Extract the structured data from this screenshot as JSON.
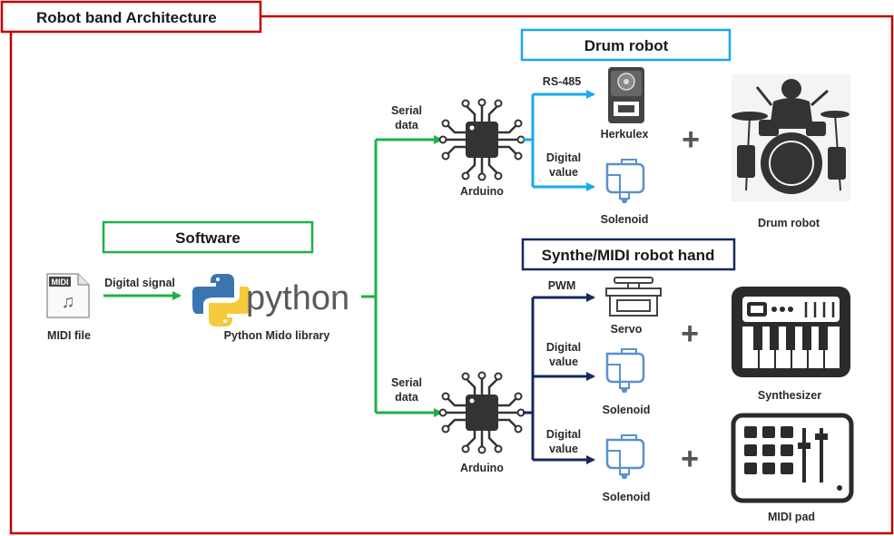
{
  "title": "Robot band Architecture",
  "sections": {
    "software": "Software",
    "drum": "Drum robot",
    "synth": "Synthe/MIDI robot hand"
  },
  "nodes": {
    "midi_file": "MIDI file",
    "midi_badge": "MIDI",
    "python_word": "python",
    "python_lib": "Python Mido library",
    "arduino_top": "Arduino",
    "arduino_bottom": "Arduino",
    "herkulex": "Herkulex",
    "solenoid_drum": "Solenoid",
    "servo": "Servo",
    "solenoid_synth1": "Solenoid",
    "solenoid_synth2": "Solenoid",
    "drum_robot": "Drum robot",
    "synthesizer": "Synthesizer",
    "midi_pad": "MIDI pad"
  },
  "edges": {
    "digital_signal": "Digital signal",
    "serial_top_1": "Serial",
    "serial_top_2": "data",
    "serial_bottom_1": "Serial",
    "serial_bottom_2": "data",
    "rs485": "RS-485",
    "digital_value_1a": "Digital",
    "digital_value_1b": "value",
    "pwm": "PWM",
    "digital_value_2a": "Digital",
    "digital_value_2b": "value",
    "digital_value_3a": "Digital",
    "digital_value_3b": "value"
  },
  "plus_sign": "+",
  "colors": {
    "frame_red": "#c00000",
    "software_green": "#1db04a",
    "drum_blue": "#1aa8ee",
    "synth_navy": "#16285c",
    "icon_dark": "#333333",
    "solenoid_blue": "#5b8fd0"
  }
}
